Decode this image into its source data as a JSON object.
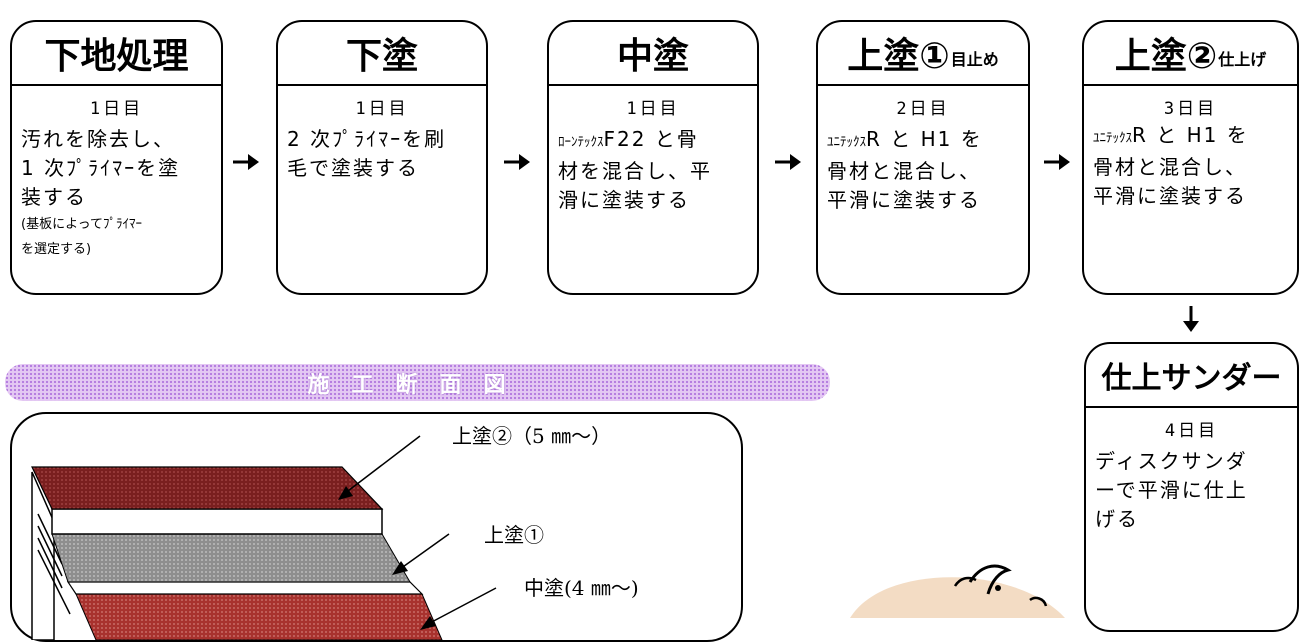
{
  "steps": [
    {
      "title": "下地処理",
      "title_small": "",
      "day": "1日目",
      "body": [
        "汚れを除去し、",
        "1 次ﾌﾟﾗｲﾏｰを塗",
        "装する"
      ],
      "note": [
        "(基板によってﾌﾟﾗｲﾏｰ",
        "を選定する)"
      ]
    },
    {
      "title": "下塗",
      "title_small": "",
      "day": "1日目",
      "body": [
        "2 次ﾌﾟﾗｲﾏｰを刷",
        "毛で塗装する"
      ],
      "note": []
    },
    {
      "title": "中塗",
      "title_small": "",
      "day": "1日目",
      "body_small": "ﾛｰﾝﾃｯｸｽ",
      "body_first_rest": "F22 と骨",
      "body": [
        "材を混合し、平",
        "滑に塗装する"
      ],
      "note": []
    },
    {
      "title": "上塗①",
      "title_small": "目止め",
      "day": "2日目",
      "body_small": "ﾕﾆﾃｯｸｽ",
      "body_first_rest": "R と H1 を",
      "body": [
        "骨材と混合し、",
        "平滑に塗装する"
      ],
      "note": []
    },
    {
      "title": "上塗②",
      "title_small": "仕上げ",
      "day": "3日目",
      "body_small": "ﾕﾆﾃｯｸｽ",
      "body_first_rest": "R と H1 を",
      "body": [
        "骨材と混合し、",
        "平滑に塗装する"
      ],
      "note": []
    },
    {
      "title": "仕上サンダー",
      "title_small": "",
      "day": "4日目",
      "body": [
        "ディスクサンダ",
        "ーで平滑に仕上",
        "げる"
      ],
      "note": []
    }
  ],
  "section": {
    "banner": "施工断面図",
    "labels": [
      "上塗②（5 ㎜～）",
      "上塗①",
      "中塗(4 ㎜～)"
    ]
  },
  "colors": {
    "topcoat": "#8b2a2a",
    "white_layer": "#ffffff",
    "gray_layer": "#9a9a9a",
    "midcoat": "#b8453f",
    "banner": "#d9b3f0"
  }
}
